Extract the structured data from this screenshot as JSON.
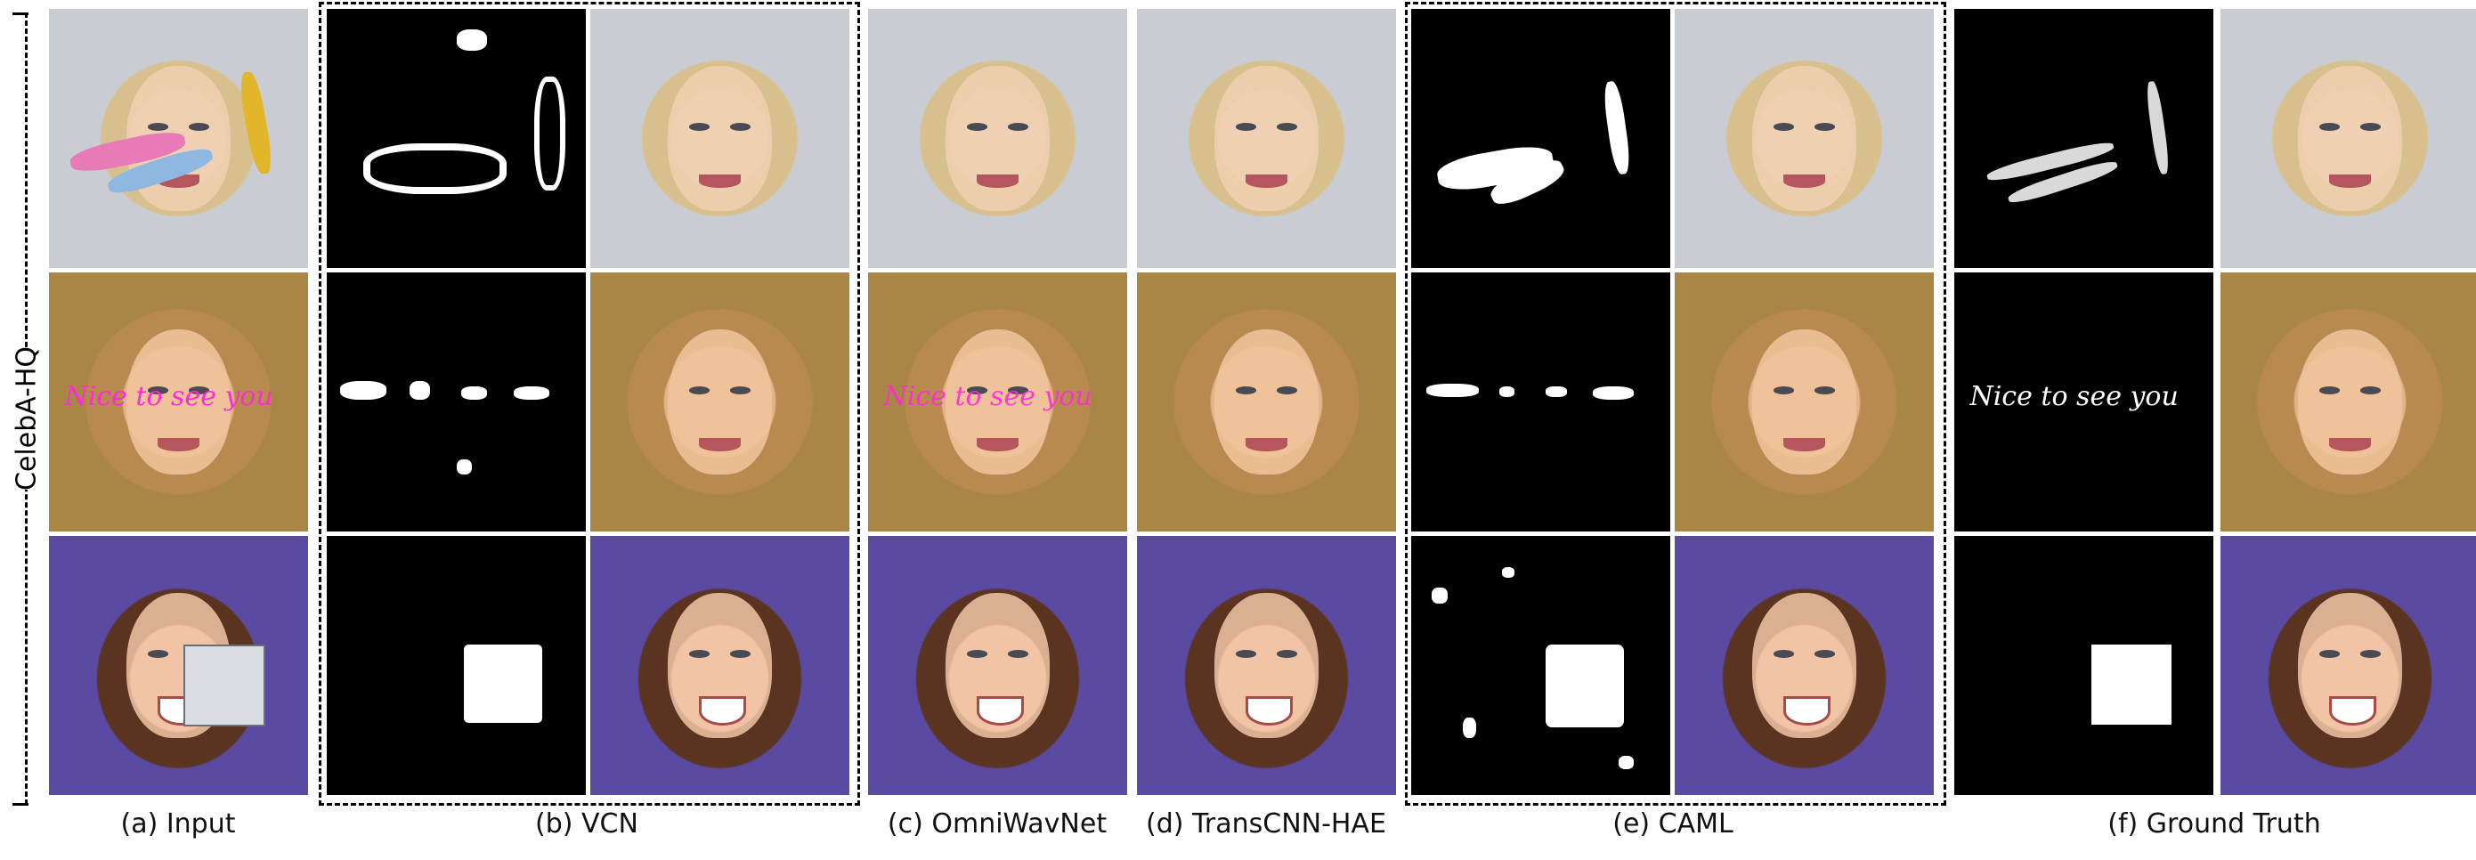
{
  "dataset_label": "CelebA-HQ",
  "column_labels": [
    "(a) Input",
    "(b) VCN",
    "(c) OmniWavNet",
    "(d) TransCNN-HAE",
    "(e) CAML",
    "(f) Ground Truth"
  ],
  "row2_overlay_text": "Nice to see you",
  "colors": {
    "overlay_text_magenta": "#ff2bd6",
    "mask_white": "#ffffff",
    "mask_black": "#000000",
    "row1_stroke_pink": "#e87ab8",
    "row1_stroke_blue": "#8fb8e0",
    "row1_stroke_yellow": "#e2b52a"
  }
}
